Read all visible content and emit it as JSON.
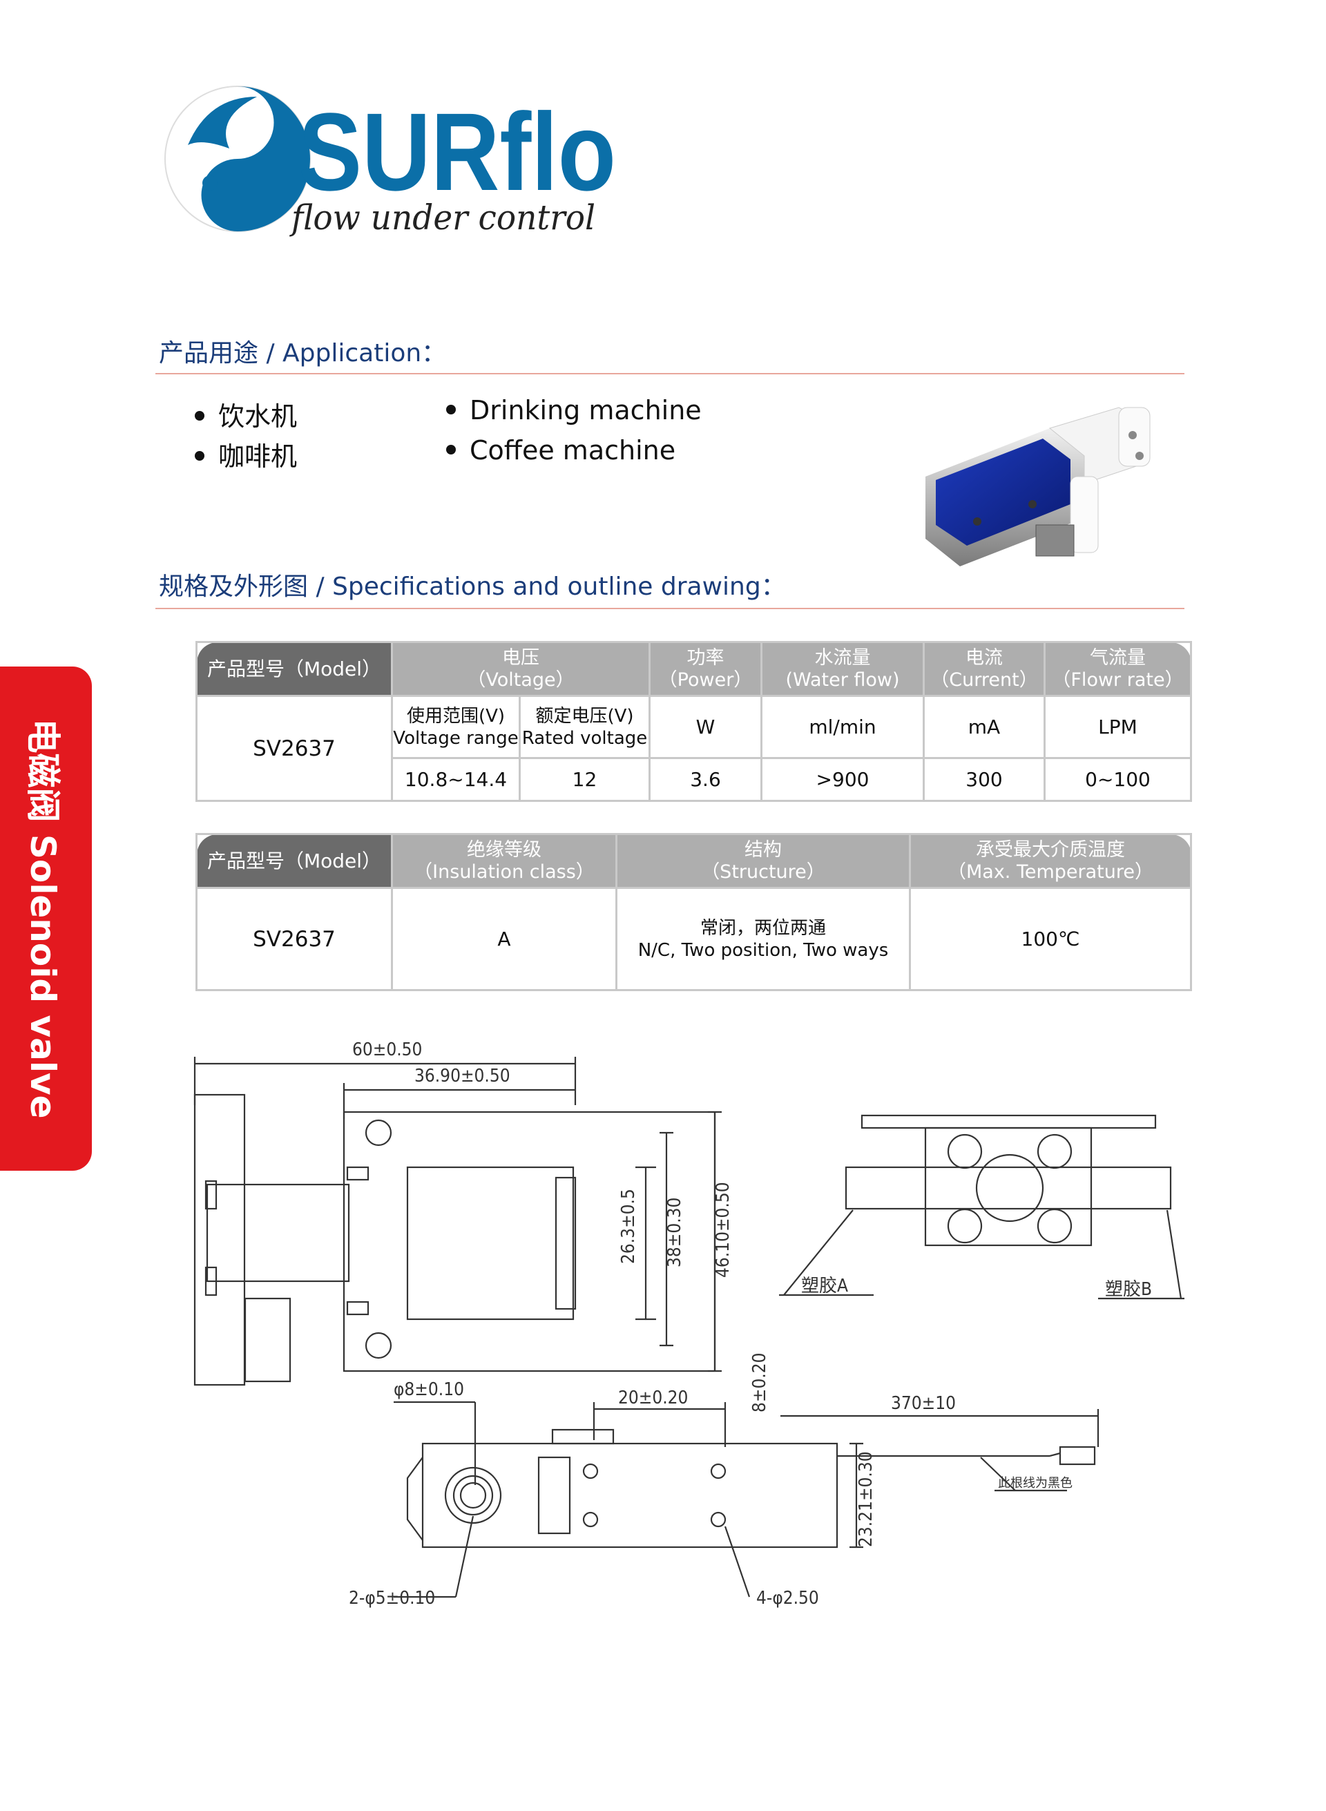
{
  "brand": {
    "name": "SURflo",
    "tagline": "flow under control",
    "colors": {
      "brand_blue": "#0b6fa8",
      "heading_blue": "#1b3d7a",
      "accent_red": "#e3191f",
      "rule": "#e8a79c"
    }
  },
  "application": {
    "heading": "产品用途 / Application：",
    "items": [
      {
        "zh": "饮水机",
        "en": "Drinking machine"
      },
      {
        "zh": "咖啡机",
        "en": "Coffee machine"
      }
    ]
  },
  "specs": {
    "heading": "规格及外形图 / Specifications and outline drawing："
  },
  "side_tab": {
    "text": "电磁阀 Solenoid valve"
  },
  "table1": {
    "headers": {
      "model": "产品型号（Model）",
      "voltage_zh": "电压",
      "voltage_en": "（Voltage）",
      "power_zh": "功率",
      "power_en": "（Power）",
      "water_zh": "水流量",
      "water_en": "(Water flow)",
      "current_zh": "电流",
      "current_en": "（Current）",
      "air_zh": "气流量",
      "air_en": "（Flowr rate）"
    },
    "sub": {
      "range_zh": "使用范围(V)",
      "range_en": "Voltage range",
      "rated_zh": "额定电压(V)",
      "rated_en": "Rated voltage",
      "power_unit": "W",
      "water_unit": "ml/min",
      "current_unit": "mA",
      "air_unit": "LPM"
    },
    "row": {
      "model": "SV2637",
      "range": "10.8~14.4",
      "rated": "12",
      "power": "3.6",
      "water": ">900",
      "current": "300",
      "air": "0~100"
    }
  },
  "table2": {
    "headers": {
      "model": "产品型号（Model）",
      "ins_zh": "绝缘等级",
      "ins_en": "（Insulation class）",
      "struct_zh": "结构",
      "struct_en": "（Structure）",
      "temp_zh": "承受最大介质温度",
      "temp_en": "（Max. Temperature）"
    },
    "row": {
      "model": "SV2637",
      "insulation": "A",
      "structure_zh": "常闭，两位两通",
      "structure_en": "N/C, Two position, Two ways",
      "temp": "100℃"
    }
  },
  "drawing": {
    "dims": {
      "d60": "60±0.50",
      "d3690": "36.90±0.50",
      "d263": "26.3±0.5",
      "d38": "38±0.30",
      "d461": "46.10±0.50",
      "d8": "φ8±0.10",
      "d20": "20±0.20",
      "d8b": "8±0.20",
      "d370": "370±10",
      "d2321": "23.21±0.30",
      "d2x5": "2-φ5±0.10",
      "d4x25": "4-φ2.50"
    },
    "labels": {
      "plastic_a": "塑胶A",
      "plastic_b": "塑胶B",
      "wire_note": "此根线为黑色"
    }
  }
}
